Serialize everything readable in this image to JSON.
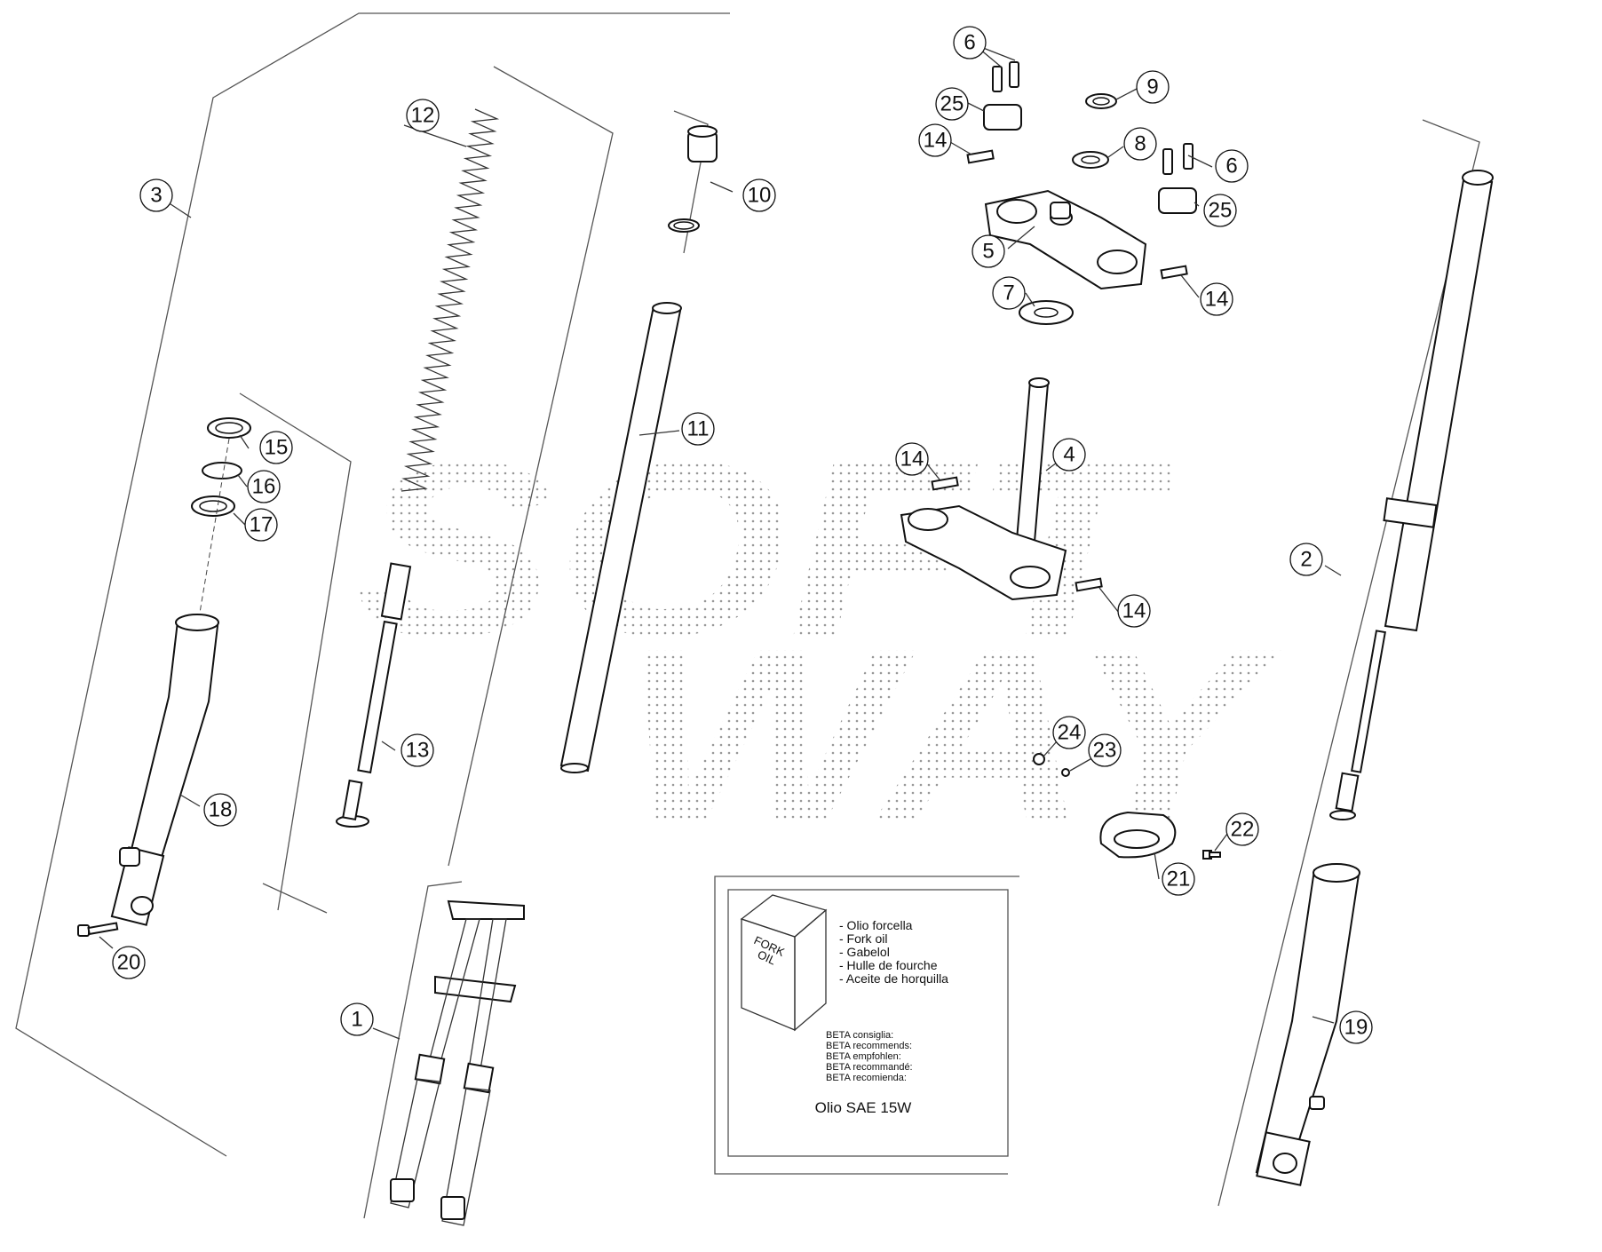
{
  "watermark": {
    "lines": [
      "SOFT",
      "WAY"
    ]
  },
  "callouts": [
    {
      "id": "c1",
      "number": "1"
    },
    {
      "id": "c2",
      "number": "2"
    },
    {
      "id": "c3",
      "number": "3"
    },
    {
      "id": "c4",
      "number": "4"
    },
    {
      "id": "c5",
      "number": "5"
    },
    {
      "id": "c6a",
      "number": "6"
    },
    {
      "id": "c6b",
      "number": "6"
    },
    {
      "id": "c7",
      "number": "7"
    },
    {
      "id": "c8",
      "number": "8"
    },
    {
      "id": "c9",
      "number": "9"
    },
    {
      "id": "c10",
      "number": "10"
    },
    {
      "id": "c11",
      "number": "11"
    },
    {
      "id": "c12",
      "number": "12"
    },
    {
      "id": "c13",
      "number": "13"
    },
    {
      "id": "c14a",
      "number": "14"
    },
    {
      "id": "c14b",
      "number": "14"
    },
    {
      "id": "c14c",
      "number": "14"
    },
    {
      "id": "c14d",
      "number": "14"
    },
    {
      "id": "c15",
      "number": "15"
    },
    {
      "id": "c16",
      "number": "16"
    },
    {
      "id": "c17",
      "number": "17"
    },
    {
      "id": "c18",
      "number": "18"
    },
    {
      "id": "c19",
      "number": "19"
    },
    {
      "id": "c20",
      "number": "20"
    },
    {
      "id": "c21",
      "number": "21"
    },
    {
      "id": "c22",
      "number": "22"
    },
    {
      "id": "c23",
      "number": "23"
    },
    {
      "id": "c24",
      "number": "24"
    },
    {
      "id": "c25a",
      "number": "25"
    },
    {
      "id": "c25b",
      "number": "25"
    }
  ],
  "oil_box": {
    "can_label": [
      "FORK",
      "OIL"
    ],
    "oil_names": [
      "- Olio forcella",
      "- Fork oil",
      "- Gabelol",
      "- Hulle de fourche",
      "- Aceite de horquilla"
    ],
    "recommend_lines": [
      "BETA consiglia:",
      "BETA recommends:",
      "BETA empfohlen:",
      "BETA recommandé:",
      "BETA recomienda:"
    ],
    "oil_spec": "Olio SAE 15W"
  }
}
